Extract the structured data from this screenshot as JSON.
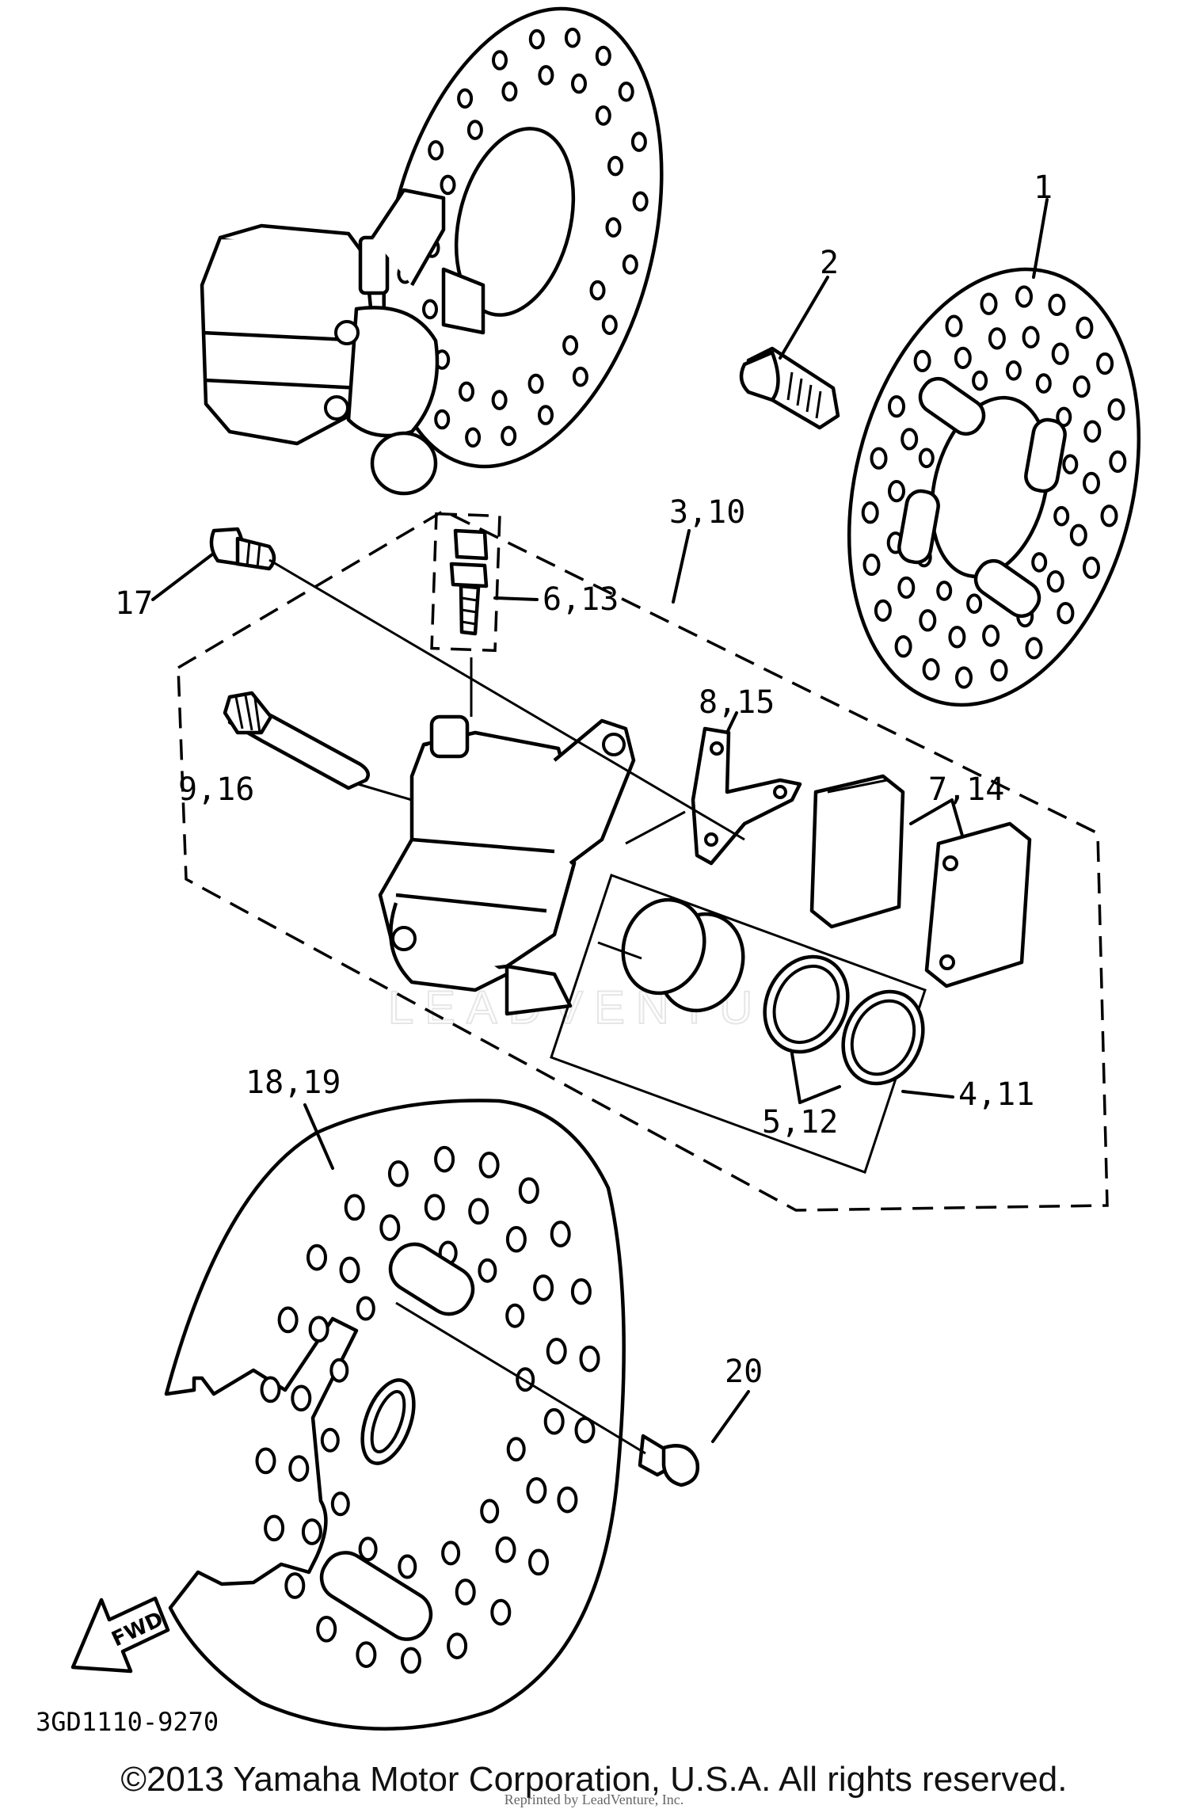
{
  "diagram_id": "3GD1110-9270",
  "fwd_label": "FWD",
  "watermark": "LEADVENTURE",
  "callouts": {
    "c1": "1",
    "c2": "2",
    "c3_10": "3,10",
    "c4_11": "4,11",
    "c5_12": "5,12",
    "c6_13": "6,13",
    "c7_14": "7,14",
    "c8_15": "8,15",
    "c9_16": "9,16",
    "c17": "17",
    "c18_19": "18,19",
    "c20": "20"
  },
  "copyright": "©2013 Yamaha Motor Corporation, U.S.A. All rights reserved.",
  "reprint_note": "Reprinted by LeadVenture, Inc."
}
